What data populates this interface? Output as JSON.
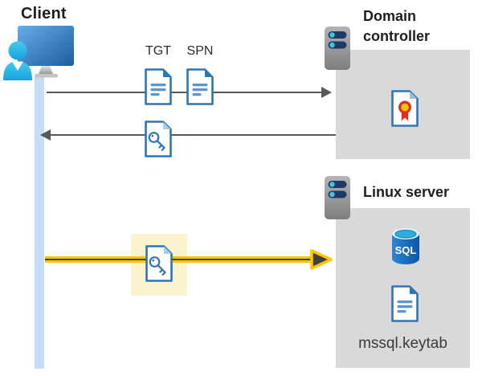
{
  "client": {
    "label": "Client",
    "icon": "person-at-computer-icon"
  },
  "flow": {
    "tgt_label": "TGT",
    "spn_label": "SPN",
    "request_docs_icon": "document-icon",
    "ticket_icon": "key-document-icon"
  },
  "domain_controller": {
    "label": "Domain controller",
    "server_icon": "server-icon",
    "certificate_icon": "certificate-icon"
  },
  "linux_server": {
    "label": "Linux server",
    "server_icon": "server-icon",
    "sql_label": "SQL",
    "sql_icon": "sql-database-icon",
    "keytab_icon": "document-icon",
    "keytab_label": "mssql.keytab"
  },
  "colors": {
    "doc_blue": "#2e75b6",
    "doc_line_blue": "#5e94d1",
    "arrow_gray": "#595959",
    "box_gray": "#d9d9d9",
    "accent_yellow": "#fdc500",
    "highlight_yellow": "#fbf3ce",
    "lifeline_blue": "#c6ddf7",
    "person_cyan": "#33c1ea",
    "server_bar_navy": "#1e3a66",
    "cert_red": "#d93025",
    "cert_gold": "#ffc000"
  }
}
